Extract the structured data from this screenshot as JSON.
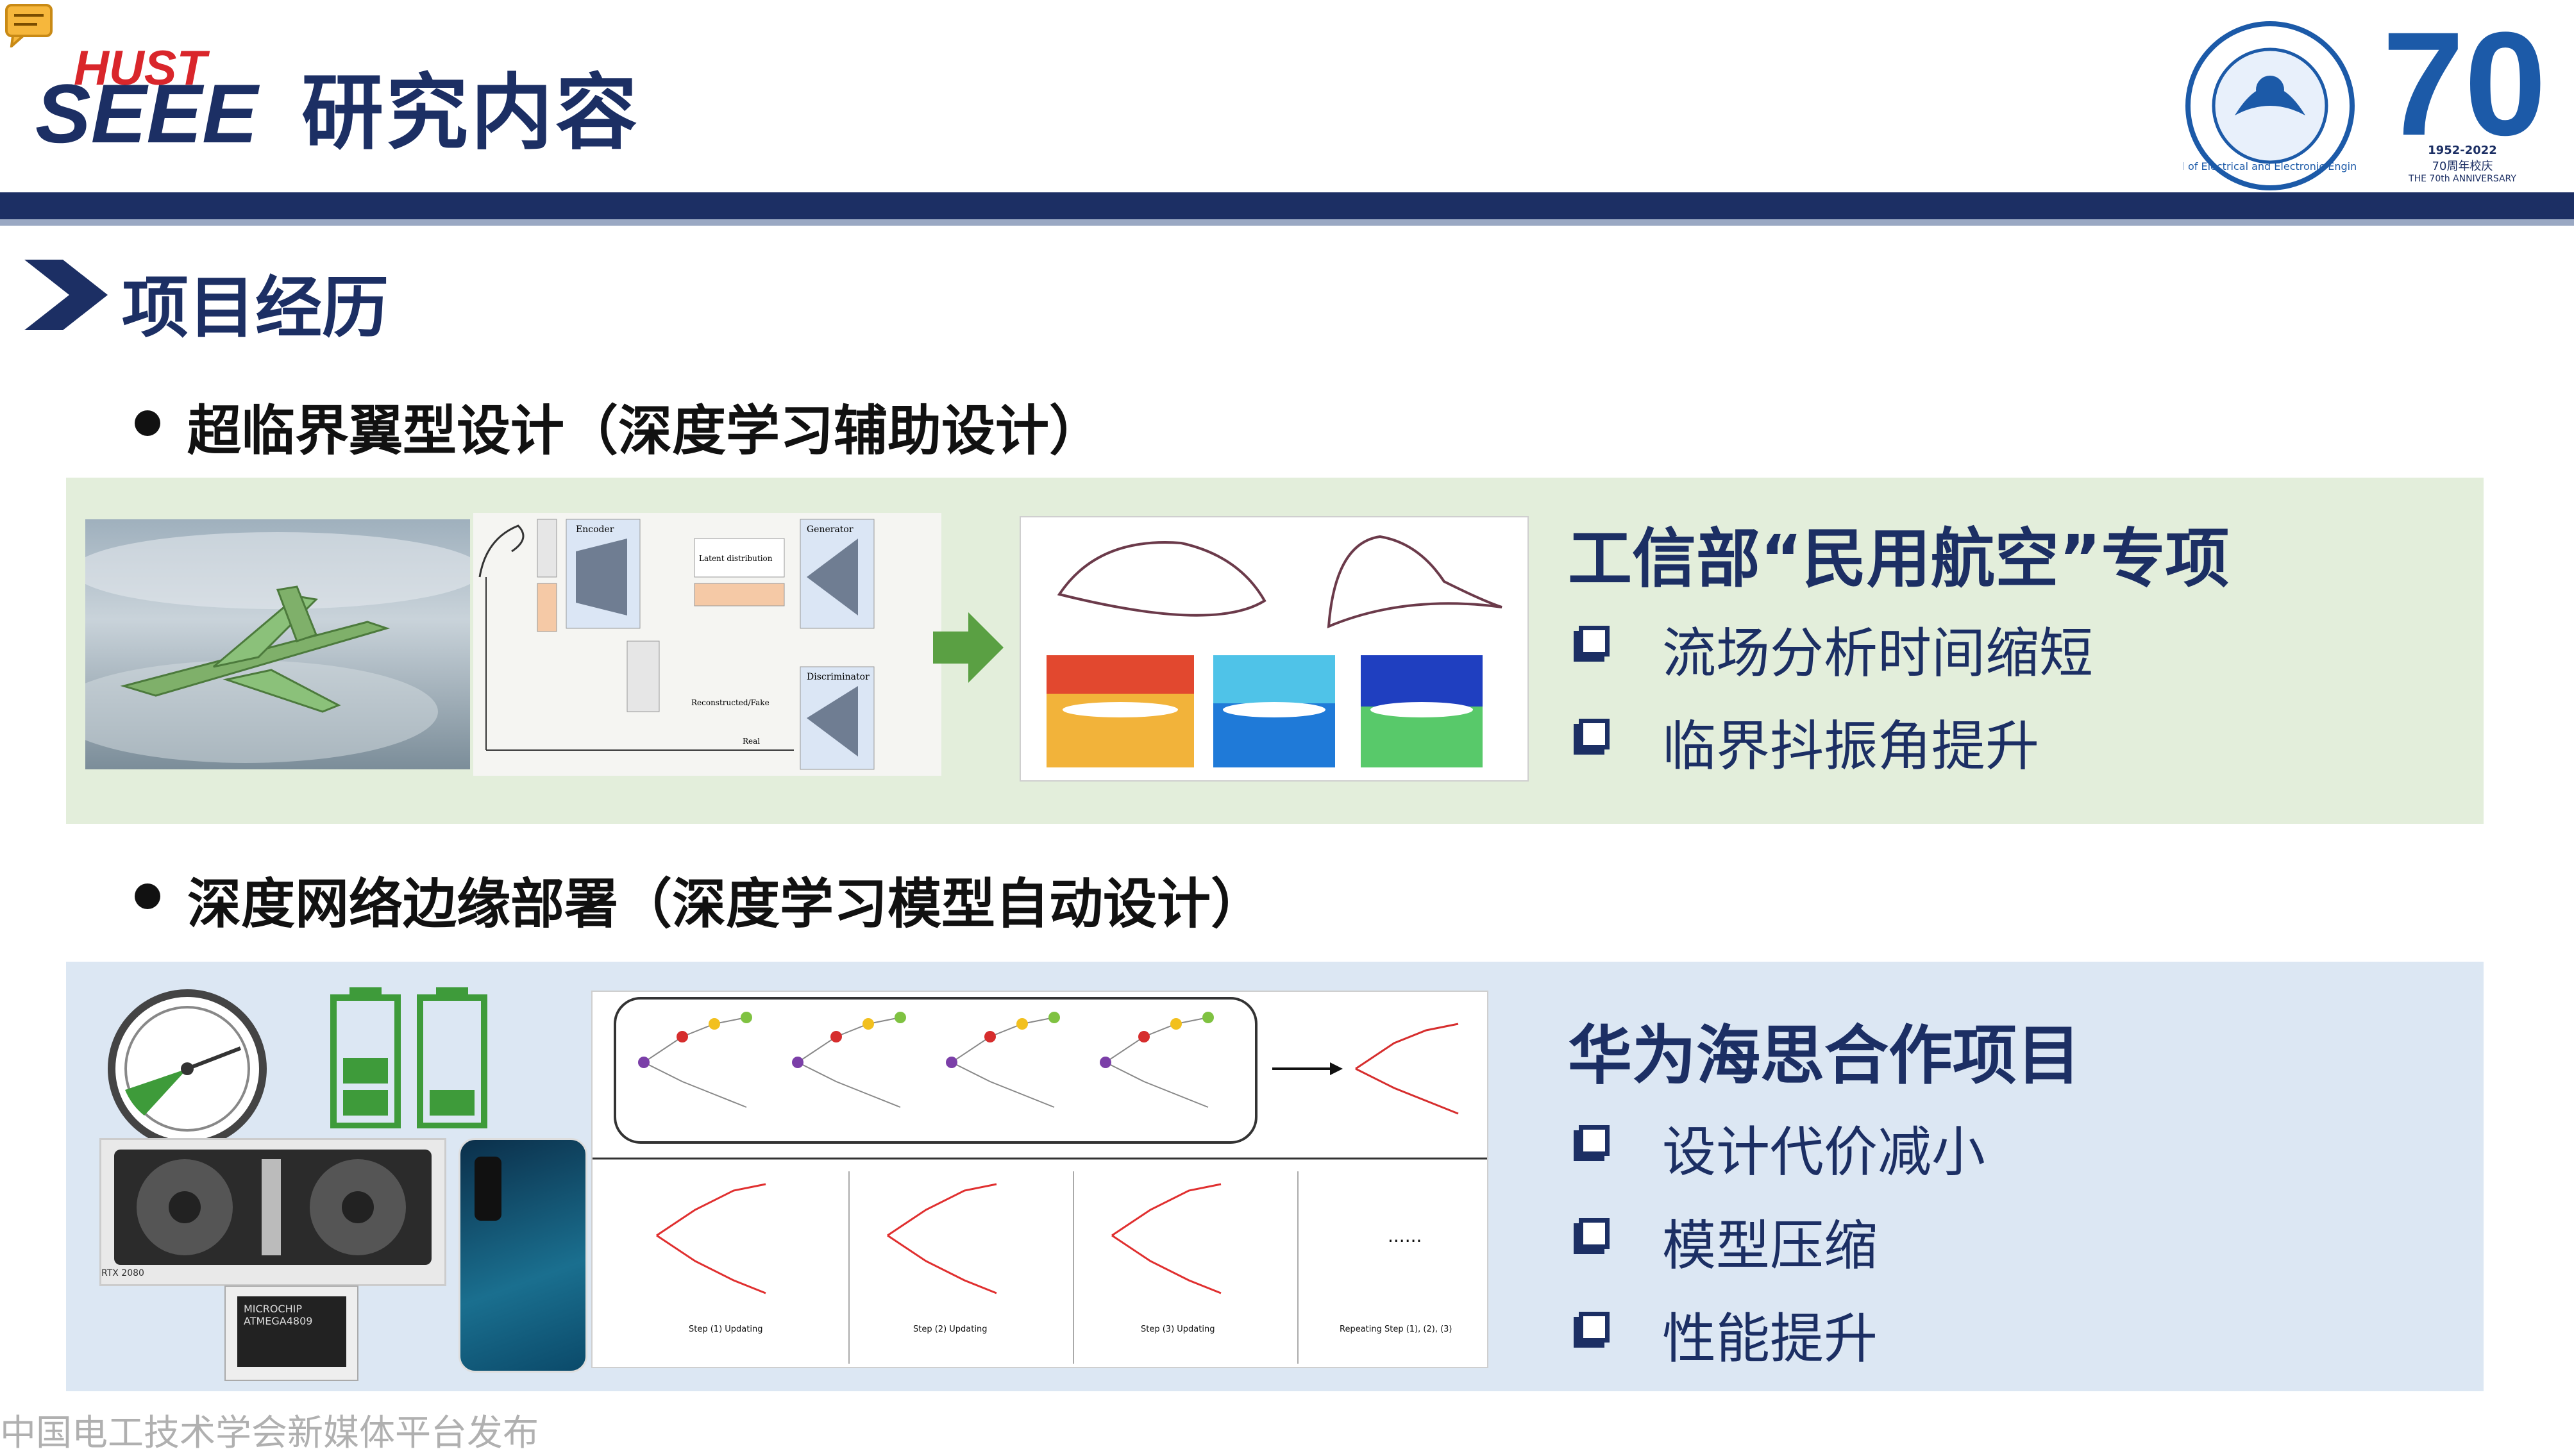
{
  "header": {
    "logo_hust": "HUST",
    "logo_seee": "SEEE",
    "title": "研究内容",
    "emblem_ring_text": "School of Electrical and Electronic Engineering",
    "anniversary_years": "1952-2022",
    "anniversary_cn": "70周年校庆",
    "anniversary_en": "THE 70th ANNIVERSARY"
  },
  "section": {
    "title": "项目经历"
  },
  "projects": [
    {
      "bullet": "超临界翼型设计（深度学习辅助设计）",
      "heading": "工信部“民用航空”专项",
      "items": [
        "流场分析时间缩短",
        "临界抖振角提升"
      ],
      "figure_labels": {
        "encoder": "Encoder",
        "generator": "Generator",
        "discriminator": "Discriminator",
        "latent": "Latent distribution",
        "real_fake": "Reconstructed/Fake",
        "real": "Real"
      }
    },
    {
      "bullet": "深度网络边缘部署（深度学习模型自动设计）",
      "heading": "华为海思合作项目",
      "items": [
        "设计代价减小",
        "模型压缩",
        "性能提升"
      ],
      "figure_labels": {
        "step1": "Step (1) Updating",
        "step2": "Step (2) Updating",
        "step3": "Step (3) Updating",
        "repeat": "Repeating Step (1), (2), (3)",
        "ellipsis": "......",
        "gpu_label": "RTX 2080",
        "chip_label": "MICROCHIP ATMEGA4809"
      }
    }
  ],
  "footer": {
    "watermark": "中国电工技术学会新媒体平台发布"
  },
  "colors": {
    "navy": "#1c2f64",
    "green_panel": "#e3eedb",
    "blue_panel": "#dce7f3"
  }
}
